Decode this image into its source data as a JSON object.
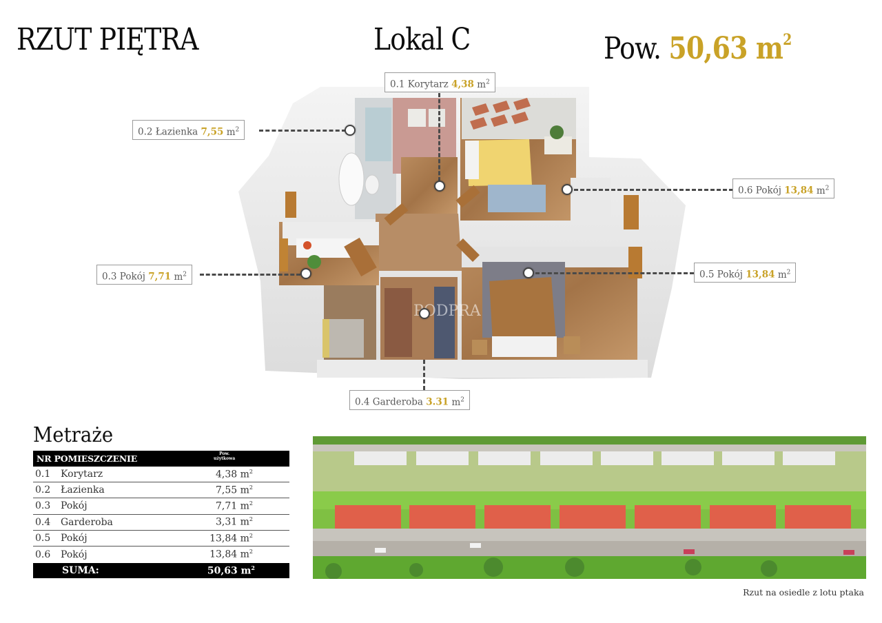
{
  "header": {
    "title": "RZUT PIĘTRA",
    "unit_label": "Lokal  C",
    "area_prefix": "Pow.",
    "area_value": "50,63",
    "area_unit": "m",
    "area_unit_sup": "2"
  },
  "colors": {
    "accent_gold": "#c9a227",
    "table_header_bg": "#000000",
    "label_border": "#9a9a9a",
    "dash_line": "#4a4a4a"
  },
  "plan_labels": [
    {
      "id": "0.1",
      "name": "Korytarz",
      "area": "4,38",
      "unit": "m",
      "sup": "2"
    },
    {
      "id": "0.2",
      "name": "Łazienka",
      "area": "7,55",
      "unit": "m",
      "sup": "2"
    },
    {
      "id": "0.3",
      "name": "Pokój",
      "area": "7,71",
      "unit": "m",
      "sup": "2"
    },
    {
      "id": "0.4",
      "name": "Garderoba",
      "area": "3.31",
      "unit": "m",
      "sup": "2"
    },
    {
      "id": "0.5",
      "name": "Pokój",
      "area": "13,84",
      "unit": "m",
      "sup": "2"
    },
    {
      "id": "0.6",
      "name": "Pokój",
      "area": "13,84",
      "unit": "m",
      "sup": "2"
    }
  ],
  "table": {
    "title": "Metraże",
    "header_col1": "NR POMIESZCZENIE",
    "header_col2_line1": "Pow.",
    "header_col2_line2": "użytkowa",
    "rows": [
      {
        "nr": "0.1",
        "name": "Korytarz",
        "area": "4,38 m",
        "sup": "2"
      },
      {
        "nr": "0.2",
        "name": "Łazienka",
        "area": "7,55 m",
        "sup": "2"
      },
      {
        "nr": "0.3",
        "name": "Pokój",
        "area": "7,71 m",
        "sup": "2"
      },
      {
        "nr": "0.4",
        "name": "Garderoba",
        "area": "3,31 m",
        "sup": "2"
      },
      {
        "nr": "0.5",
        "name": "Pokój",
        "area": "13,84 m",
        "sup": "2"
      },
      {
        "nr": "0.6",
        "name": "Pokój",
        "area": "13,84 m",
        "sup": "2"
      }
    ],
    "sum_label": "SUMA:",
    "sum_value": "50,63 m",
    "sum_sup": "2"
  },
  "aerial": {
    "caption": "Rzut na osiedle z lotu ptaka"
  },
  "watermark": "PODPRA"
}
